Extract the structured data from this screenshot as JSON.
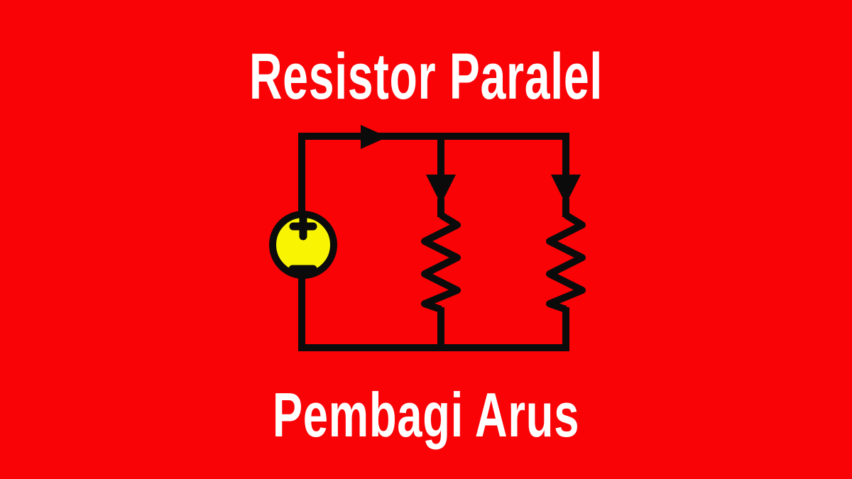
{
  "page": {
    "background_color": "#fa0306",
    "text_color": "#ffffff"
  },
  "title": {
    "text": "Resistor Paralel"
  },
  "subtitle": {
    "text": "Pembagi Arus"
  },
  "circuit": {
    "line_color": "#0b0b0b",
    "voltage_source": {
      "fill_color": "#f8f402",
      "positive_terminal": "+",
      "negative_terminal": "−"
    },
    "resistors": [
      "resistor-1",
      "resistor-2"
    ],
    "current_arrows": [
      "current-arrow-top-right",
      "current-arrow-branch-1-down",
      "current-arrow-branch-2-down"
    ]
  }
}
